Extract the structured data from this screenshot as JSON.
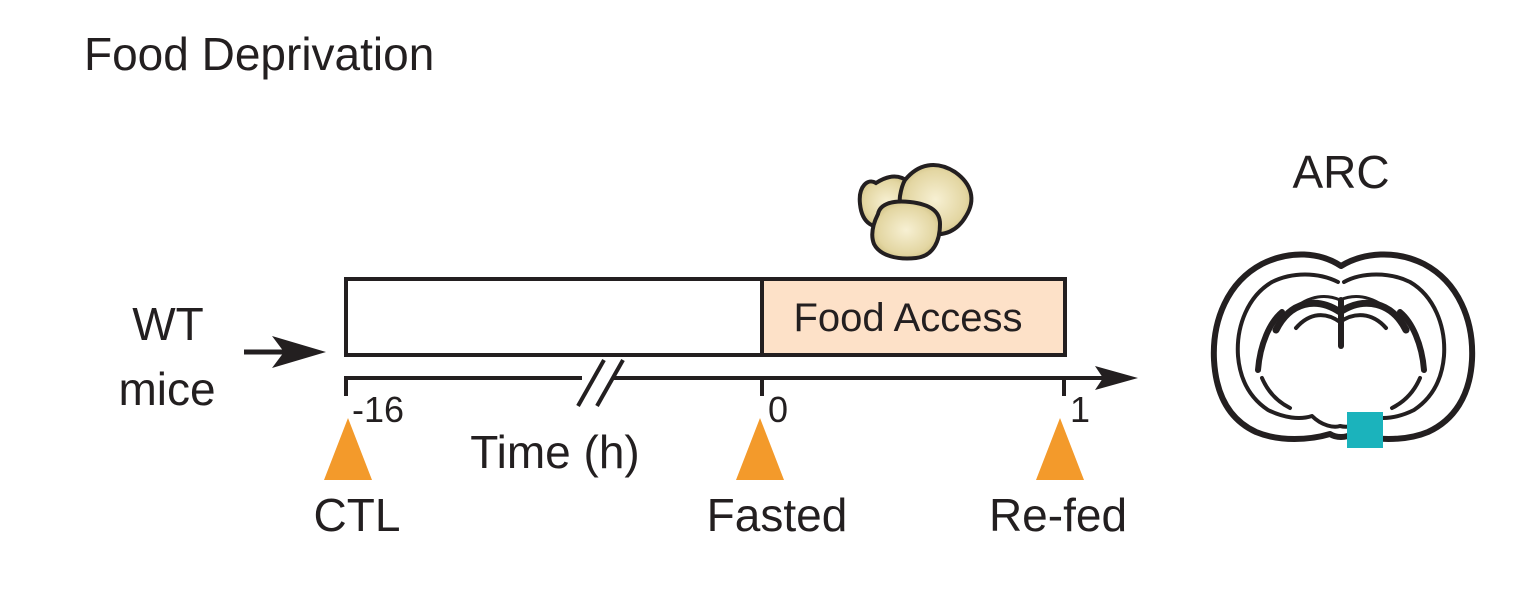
{
  "title": "Food Deprivation",
  "subject": {
    "line1": "WT",
    "line2": "mice"
  },
  "timeline": {
    "box_label": "Food Access",
    "axis_label": "Time (h)",
    "ticks": [
      "-16",
      "0",
      "1"
    ]
  },
  "markers": [
    "CTL",
    "Fasted",
    "Re-fed"
  ],
  "brain": {
    "label": "ARC"
  },
  "colors": {
    "marker": "#f39a2b",
    "food_access_fill": "#fde1c8",
    "roi": "#1bb3bc",
    "food_pellet": "#e9dfb0",
    "ink": "#231f20"
  }
}
